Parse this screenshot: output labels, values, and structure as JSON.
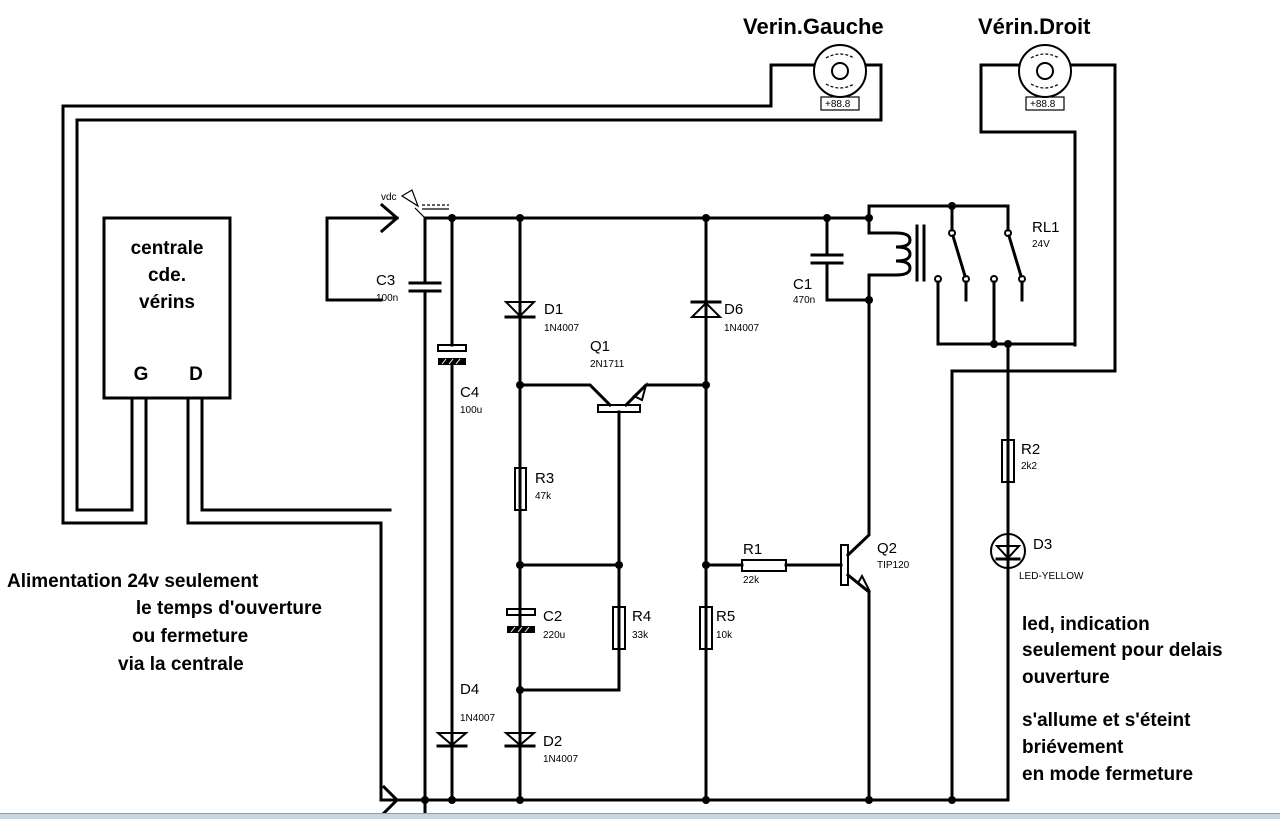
{
  "titles": {
    "left_motor": "Verin.Gauche",
    "right_motor": "Vérin.Droit"
  },
  "motors": [
    {
      "name": "Verin.Gauche",
      "readout": "+88.8"
    },
    {
      "name": "Vérin.Droit",
      "readout": "+88.8"
    }
  ],
  "controller": {
    "line1": "centrale",
    "line2": "cde.",
    "line3": "vérins",
    "pin_left": "G",
    "pin_right": "D"
  },
  "power_label": "vdc",
  "components": {
    "C3": {
      "ref": "C3",
      "value": "100n"
    },
    "C4": {
      "ref": "C4",
      "value": "100u"
    },
    "D1": {
      "ref": "D1",
      "value": "1N4007"
    },
    "D6": {
      "ref": "D6",
      "value": "1N4007"
    },
    "Q1": {
      "ref": "Q1",
      "value": "2N1711"
    },
    "C1": {
      "ref": "C1",
      "value": "470n"
    },
    "RL1": {
      "ref": "RL1",
      "value": "24V"
    },
    "R3": {
      "ref": "R3",
      "value": "47k"
    },
    "R2": {
      "ref": "R2",
      "value": "2k2"
    },
    "D3": {
      "ref": "D3",
      "value": "LED-YELLOW"
    },
    "R1": {
      "ref": "R1",
      "value": "22k"
    },
    "Q2": {
      "ref": "Q2",
      "value": "TIP120"
    },
    "C2": {
      "ref": "C2",
      "value": "220u"
    },
    "R4": {
      "ref": "R4",
      "value": "33k"
    },
    "R5": {
      "ref": "R5",
      "value": "10k"
    },
    "D4": {
      "ref": "D4",
      "value": "1N4007"
    },
    "D2": {
      "ref": "D2",
      "value": "1N4007"
    }
  },
  "notes": {
    "left": [
      "Alimentation 24v seulement",
      "le temps d'ouverture",
      "ou fermeture",
      "via la centrale"
    ],
    "right_a": [
      "led, indication",
      "seulement pour delais",
      "ouverture"
    ],
    "right_b": [
      "s'allume et s'éteint",
      "briévement",
      "en mode fermeture"
    ]
  }
}
